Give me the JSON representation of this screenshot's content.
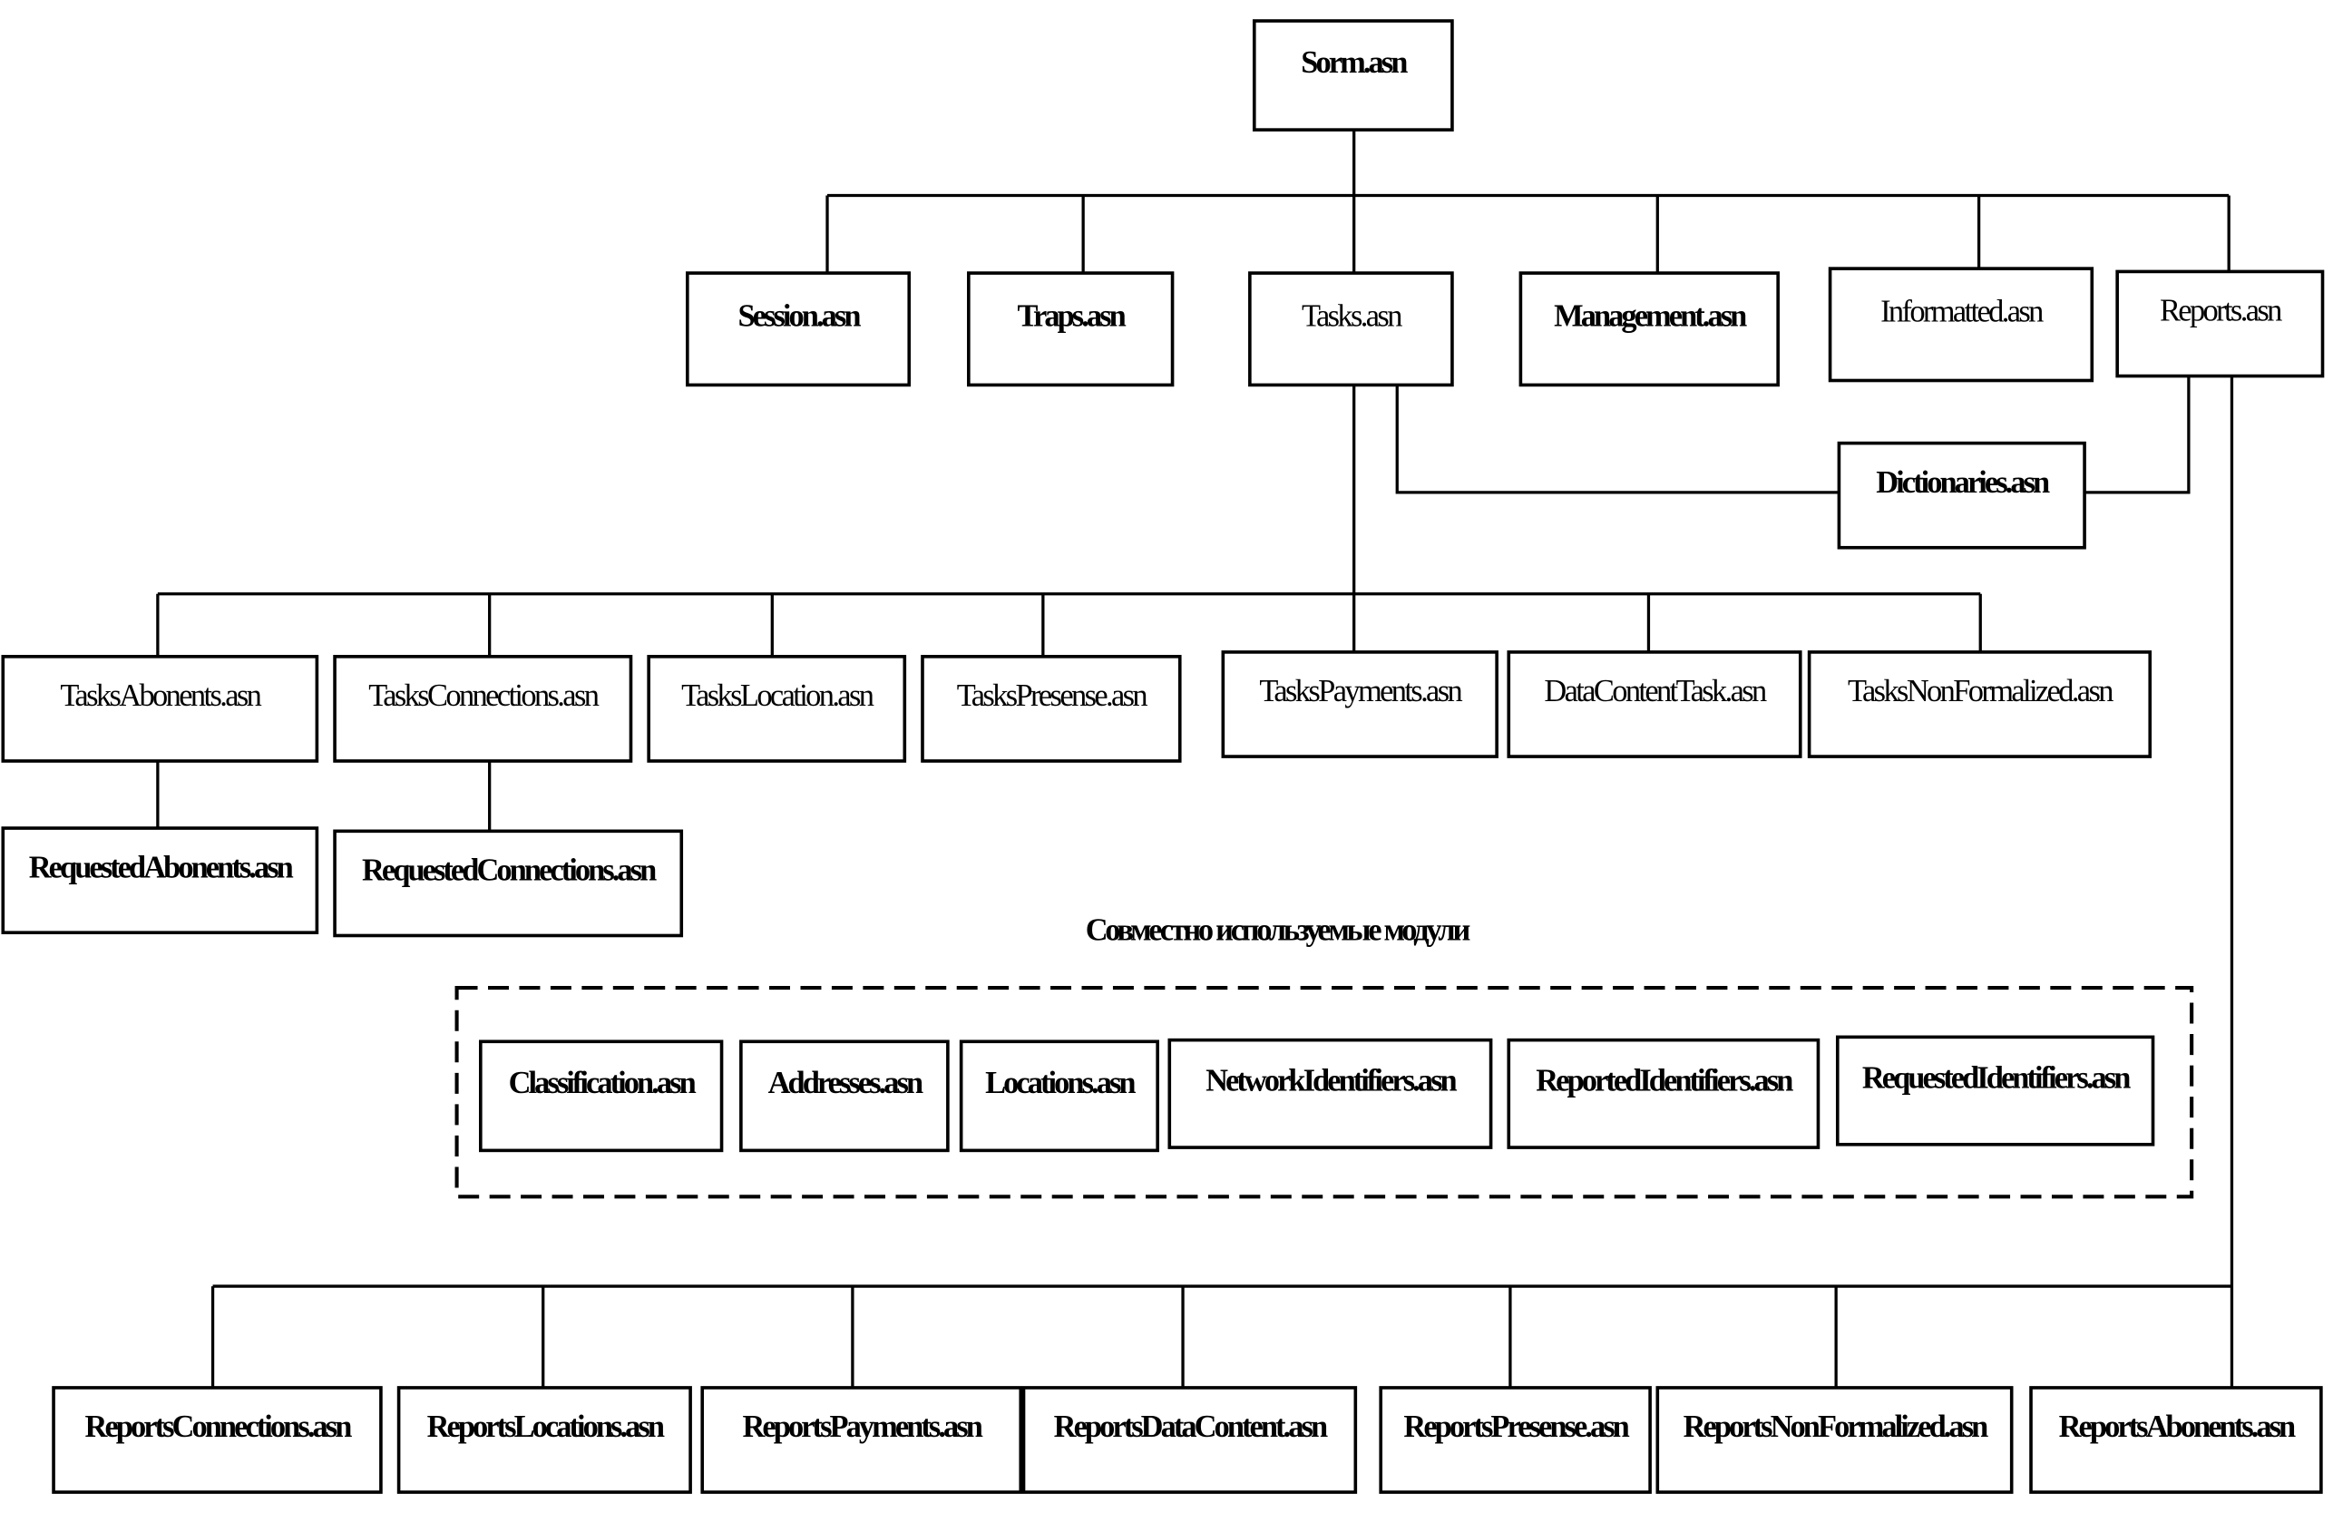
{
  "diagram": {
    "root": {
      "id": "sorm",
      "label": "Sorm.asn"
    },
    "top_level": [
      {
        "id": "session",
        "label": "Session.asn"
      },
      {
        "id": "traps",
        "label": "Traps.asn"
      },
      {
        "id": "tasks",
        "label": "Tasks.asn"
      },
      {
        "id": "management",
        "label": "Management.asn"
      },
      {
        "id": "informatted",
        "label": "Informatted.asn"
      },
      {
        "id": "reports",
        "label": "Reports.asn"
      }
    ],
    "dictionaries": {
      "id": "dictionaries",
      "label": "Dictionaries.asn"
    },
    "tasks_children": [
      {
        "id": "tasks-abonents",
        "label": "TasksAbonents.asn"
      },
      {
        "id": "tasks-connections",
        "label": "TasksConnections.asn"
      },
      {
        "id": "tasks-location",
        "label": "TasksLocation.asn"
      },
      {
        "id": "tasks-presense",
        "label": "TasksPresense.asn"
      },
      {
        "id": "tasks-payments",
        "label": "TasksPayments.asn"
      },
      {
        "id": "data-content-task",
        "label": "DataContentTask.asn"
      },
      {
        "id": "tasks-non-formalized",
        "label": "TasksNonFormalized.asn"
      }
    ],
    "requested": [
      {
        "id": "requested-abonents",
        "label": "RequestedAbonents.asn"
      },
      {
        "id": "requested-connections",
        "label": "RequestedConnections.asn"
      }
    ],
    "shared_caption": "Совместно используемые модули",
    "shared_modules": [
      {
        "id": "classification",
        "label": "Classification.asn"
      },
      {
        "id": "addresses",
        "label": "Addresses.asn"
      },
      {
        "id": "locations",
        "label": "Locations.asn"
      },
      {
        "id": "network-identifiers",
        "label": "NetworkIdentifiers.asn"
      },
      {
        "id": "reported-identifiers",
        "label": "ReportedIdentifiers.asn"
      },
      {
        "id": "requested-identifiers",
        "label": "RequestedIdentifiers.asn"
      }
    ],
    "reports_children": [
      {
        "id": "reports-connections",
        "label": "ReportsConnections.asn"
      },
      {
        "id": "reports-locations",
        "label": "ReportsLocations.asn"
      },
      {
        "id": "reports-payments",
        "label": "ReportsPayments.asn"
      },
      {
        "id": "reports-data-content",
        "label": "ReportsDataContent.asn"
      },
      {
        "id": "reports-presense",
        "label": "ReportsPresense.asn"
      },
      {
        "id": "reports-non-formalized",
        "label": "ReportsNonFormalized.asn"
      },
      {
        "id": "reports-abonents",
        "label": "ReportsAbonents.asn"
      }
    ]
  }
}
